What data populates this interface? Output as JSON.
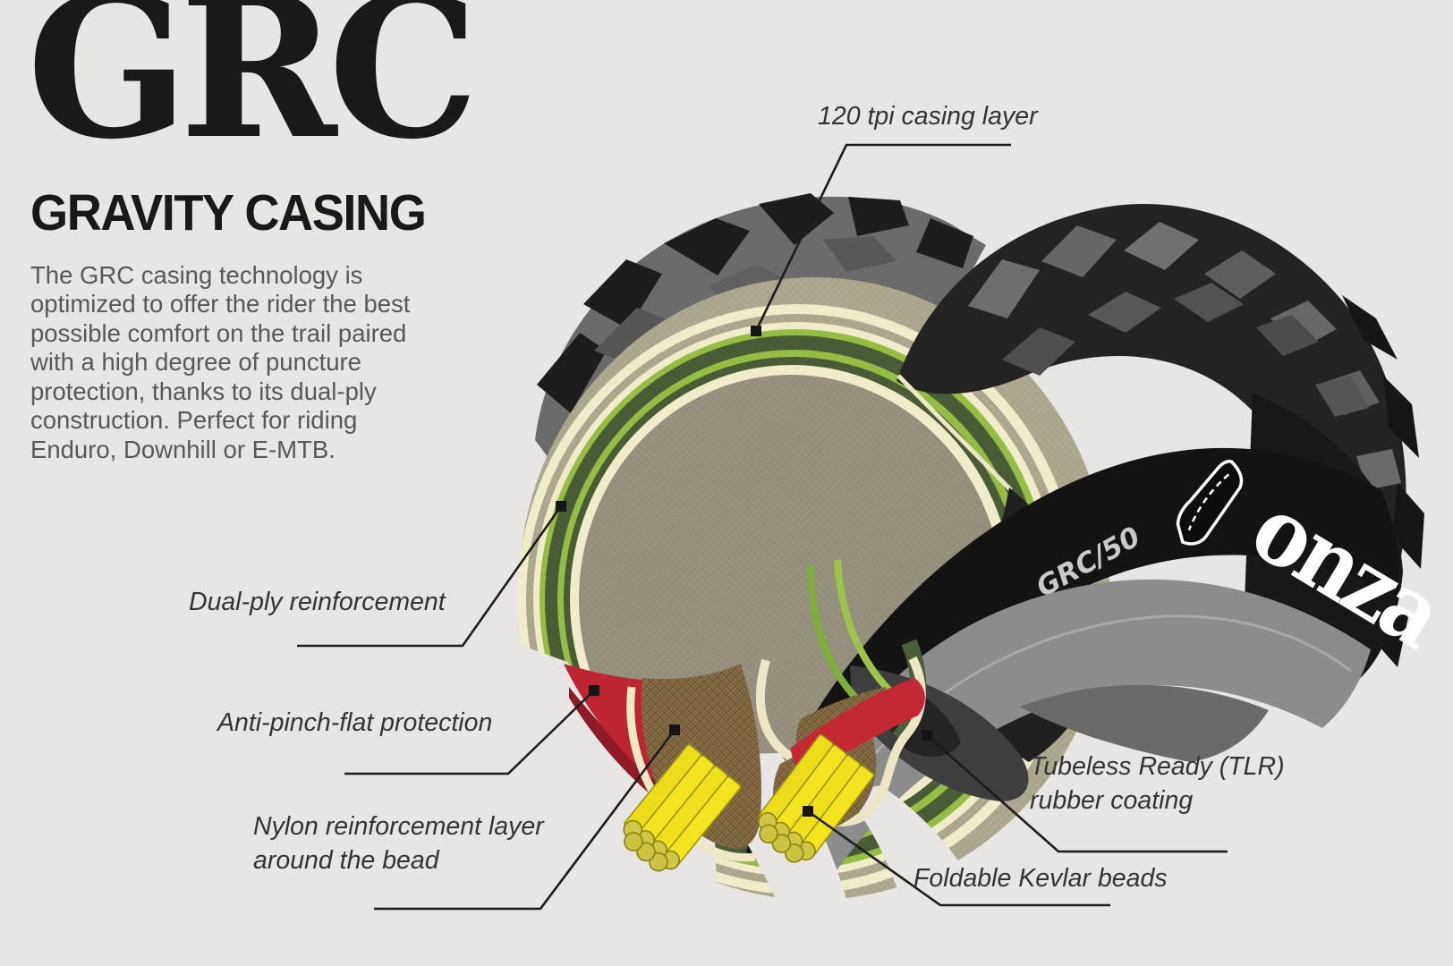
{
  "page": {
    "background": "#e7e6e4"
  },
  "header": {
    "title": "GRC",
    "subtitle": "GRAVITY CASING",
    "description": "The GRC casing technology is optimized to offer the rider the best possible comfort on the trail paired with a high degree of puncture protection, thanks to its dual-ply construction.  Perfect for riding Enduro, Downhill or E-MTB."
  },
  "callouts": {
    "casing_layer": "120 tpi casing layer",
    "dual_ply": "Dual-ply reinforcement",
    "anti_pinch": "Anti-pinch-flat protection",
    "nylon_line1": "Nylon reinforcement layer",
    "nylon_line2": "around the bead",
    "tubeless_line1": "Tubeless Ready (TLR)",
    "tubeless_line2": "rubber coating",
    "kevlar": "Foldable Kevlar beads"
  },
  "tire": {
    "brand_logo": "onza",
    "sidewall_text": "GRC/50"
  },
  "colors": {
    "background": "#e7e6e4",
    "heading_text": "#191919",
    "body_text": "#585858",
    "label_text": "#333333",
    "leader_line": "#1c1c1c",
    "casing_khaki": "#b3af94",
    "inner_khaki": "#9b9783",
    "casing_cream": "#f0ebc9",
    "dual_ply_green": "#4c5e37",
    "light_green": "#96bd43",
    "anti_pinch_red": "#bd2531",
    "nylon_brown": "#8d7248",
    "kevlar_yellow": "#f4e41f",
    "tread_black": "#1d1d1d",
    "sidewall_black": "#131313",
    "sidewall_gray": "#8c8c8c"
  }
}
